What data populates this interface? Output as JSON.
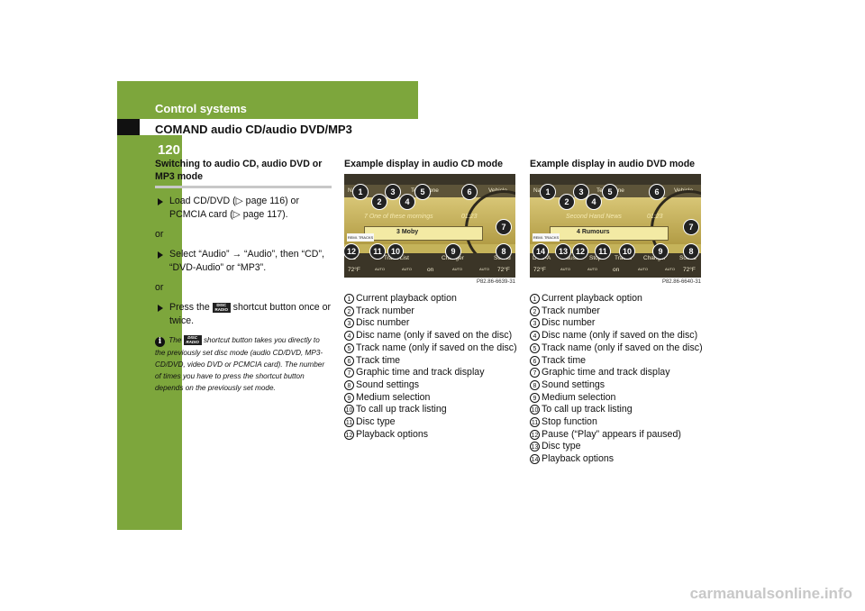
{
  "header": {
    "section": "Control systems",
    "subsection": "COMAND audio CD/audio DVD/MP3",
    "page_number": "120"
  },
  "col1": {
    "heading": "Switching to audio CD, audio DVD or MP3 mode",
    "bullet1": "Load CD/DVD (▷ page 116) or PCMCIA card (▷ page 117).",
    "or1": "or",
    "bullet2": "Select “Audio” → “Audio”, then “CD”, “DVD-Audio” or “MP3”.",
    "or2": "or",
    "bullet3_pre": "Press the",
    "bullet3_post": "shortcut button once or twice.",
    "key_label": "DISC RADIO",
    "info_pre": "The",
    "info_post": "shortcut button takes you directly to the previously set disc mode (audio CD/DVD, MP3-CD/DVD, video DVD or PCMCIA card). The number of times you have to press the shortcut button depends on the previously set mode."
  },
  "cd": {
    "title": "Example display in audio CD mode",
    "image_code": "P82.86-6639-31",
    "screen": {
      "top_items": [
        "Na",
        "Te",
        "one",
        "Vehicle"
      ],
      "track_title": "7 One of these mornings",
      "track_time": "01:23",
      "tag": "REMI. TRACKS",
      "disc_name": "3 Moby",
      "buttons": [
        "CD",
        "Track List",
        "Changer",
        "Sound"
      ],
      "climate": [
        "72°F",
        "AUTO",
        "AUTO",
        "on",
        "AUTO",
        "AUTO",
        "72°F"
      ]
    },
    "callouts": [
      "1",
      "2",
      "3",
      "4",
      "5",
      "6",
      "7",
      "12",
      "11",
      "10",
      "9",
      "8"
    ],
    "items": [
      "Current playback option",
      "Track number",
      "Disc number",
      "Disc name (only if saved on the disc)",
      "Track name (only if saved on the disc)",
      "Track time",
      "Graphic time and track display",
      "Sound settings",
      "Medium selection",
      "To call up track listing",
      "Disc type",
      "Playback options"
    ]
  },
  "dvd": {
    "title": "Example display in audio DVD mode",
    "image_code": "P82.86-6640-31",
    "screen": {
      "top_items": [
        "Na",
        "Te",
        "one",
        "Vehicle"
      ],
      "track_title": "Second Hand News",
      "track_time": "01:23",
      "tag": "REMI. TRACKS",
      "disc_name": "4 Rumours",
      "buttons": [
        "DVD-A",
        "Pause",
        "Stop",
        "Tracks",
        "Changer",
        "Sound"
      ],
      "climate": [
        "72°F",
        "AUTO",
        "AUTO",
        "on",
        "AUTO",
        "AUTO",
        "72°F"
      ]
    },
    "callouts": [
      "1",
      "2",
      "3",
      "4",
      "5",
      "6",
      "7",
      "14",
      "13",
      "12",
      "11",
      "10",
      "9",
      "8"
    ],
    "items": [
      "Current playback option",
      "Track number",
      "Disc number",
      "Disc name (only if saved on the disc)",
      "Track name (only if saved on the disc)",
      "Track time",
      "Graphic time and track display",
      "Sound settings",
      "Medium selection",
      "To call up track listing",
      "Stop function",
      "Pause (“Play” appears if paused)",
      "Disc type",
      "Playback options"
    ]
  },
  "list_numbers": [
    "1",
    "2",
    "3",
    "4",
    "5",
    "6",
    "7",
    "8",
    "9",
    "10",
    "11",
    "12",
    "13",
    "14"
  ],
  "footer": "carmanualsonline.info"
}
